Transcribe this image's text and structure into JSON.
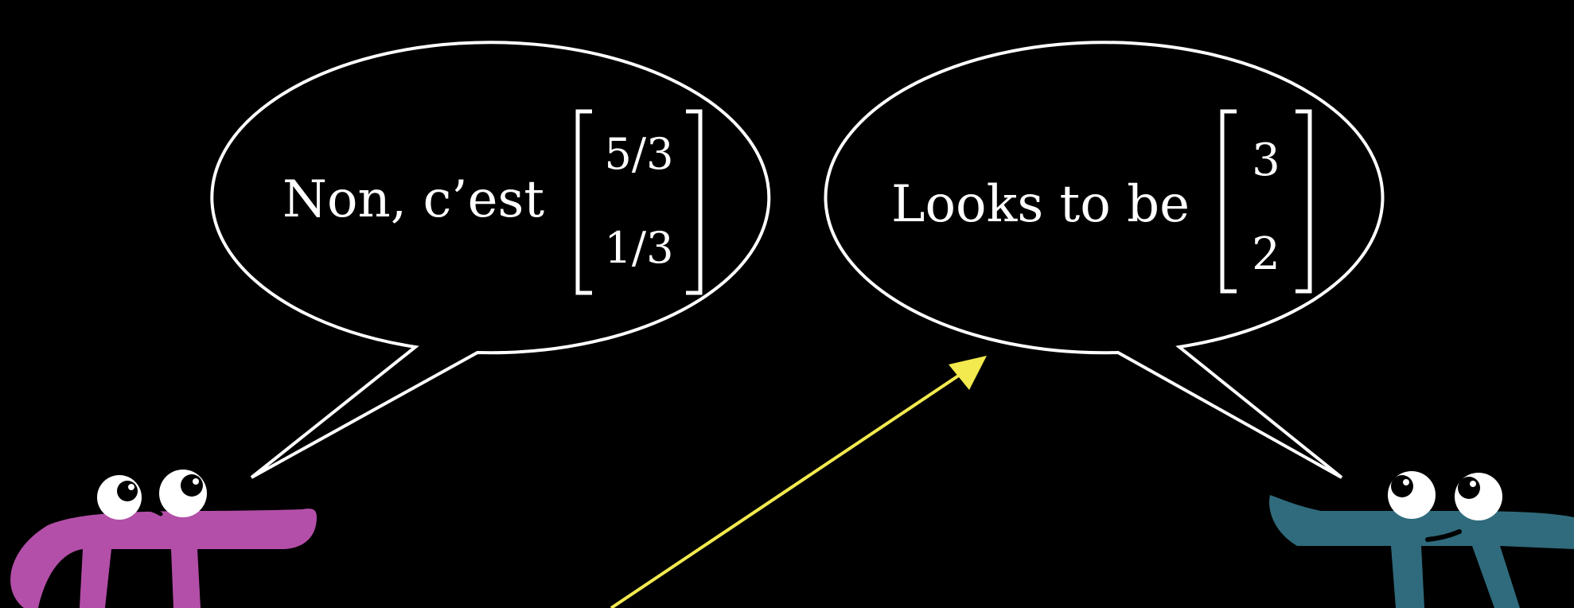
{
  "colors": {
    "background": "#000000",
    "bubble_stroke": "#ffffff",
    "text": "#ffffff",
    "arrow": "#f2ea4e",
    "left_character": "#b34fa8",
    "right_character": "#2f6b7c",
    "eye_white": "#ffffff",
    "pupil": "#000000"
  },
  "left_bubble": {
    "text": "Non, c’est",
    "vector": {
      "top": "5/3",
      "bottom": "1/3"
    }
  },
  "right_bubble": {
    "text": "Looks to be",
    "vector": {
      "top": "3",
      "bottom": "2"
    }
  },
  "icons": {
    "left_character": "pi-creature-icon",
    "right_character": "pi-creature-icon",
    "arrow": "arrow-icon"
  }
}
